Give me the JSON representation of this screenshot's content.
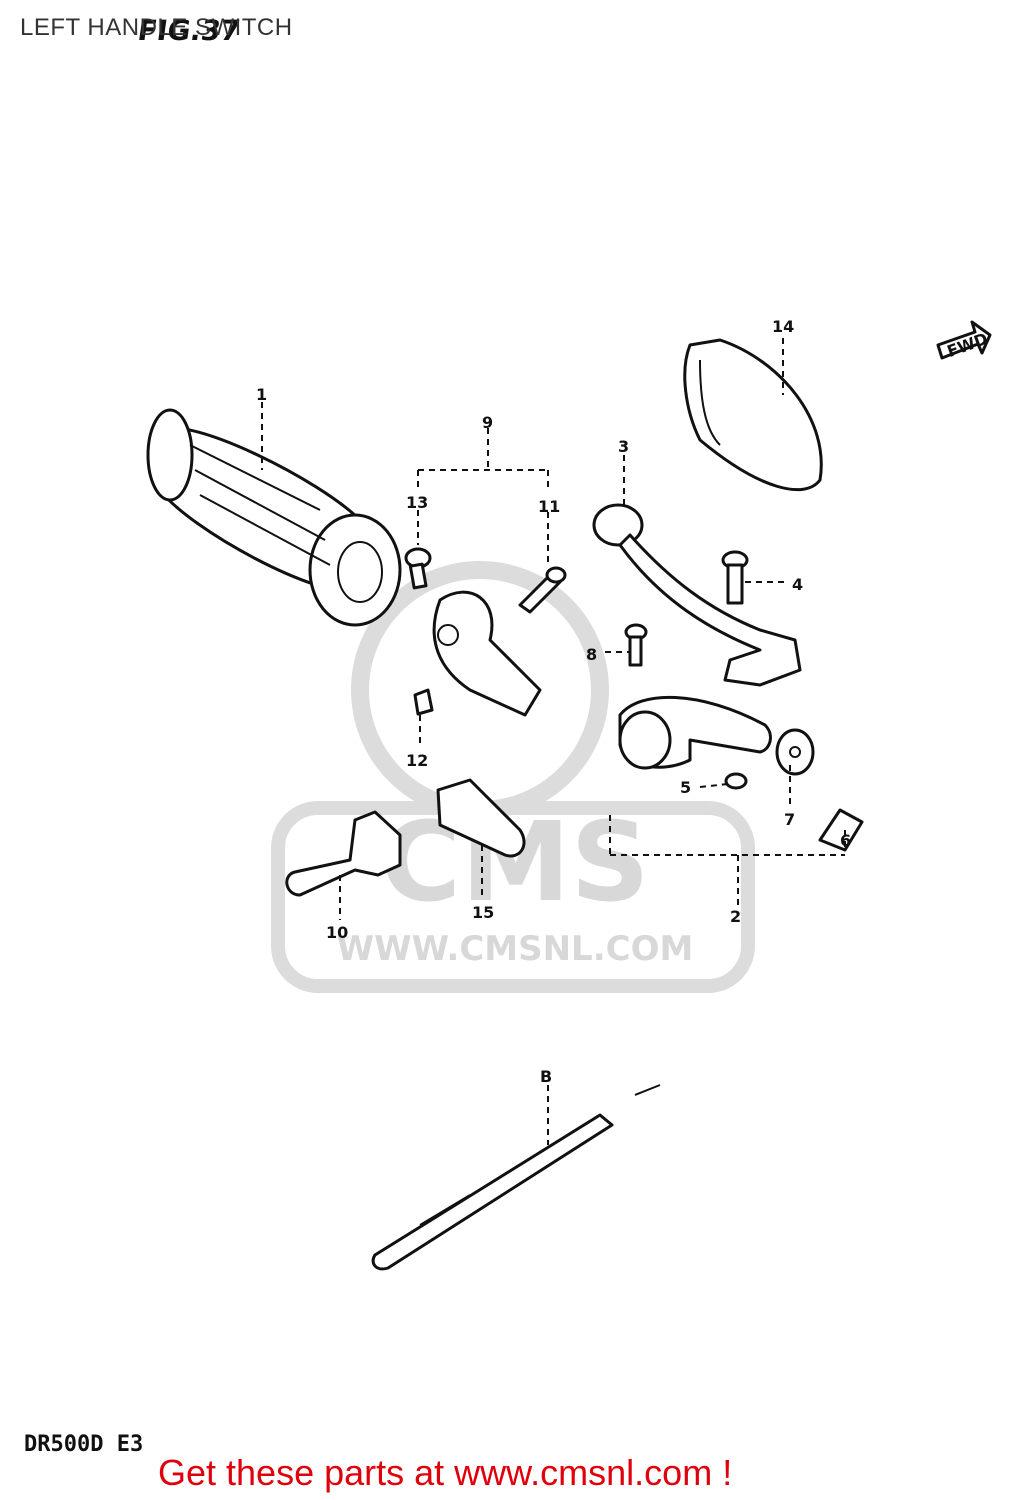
{
  "header": {
    "title": "LEFT HANDLE SWITCH",
    "fig_label": "FIG.37"
  },
  "footer": {
    "model": "DR500D E3",
    "cta": "Get these parts at www.cmsnl.com !"
  },
  "watermark": {
    "brand": "CMS",
    "url": "WWW.CMSNL.COM"
  },
  "direction_tag": "FWD",
  "callouts": [
    "1",
    "2",
    "3",
    "4",
    "5",
    "6",
    "7",
    "8",
    "9",
    "10",
    "11",
    "12",
    "13",
    "14",
    "15",
    "B"
  ],
  "colors": {
    "cta": "#e0000b",
    "watermark": "#d8d8d8",
    "line": "#111111"
  }
}
